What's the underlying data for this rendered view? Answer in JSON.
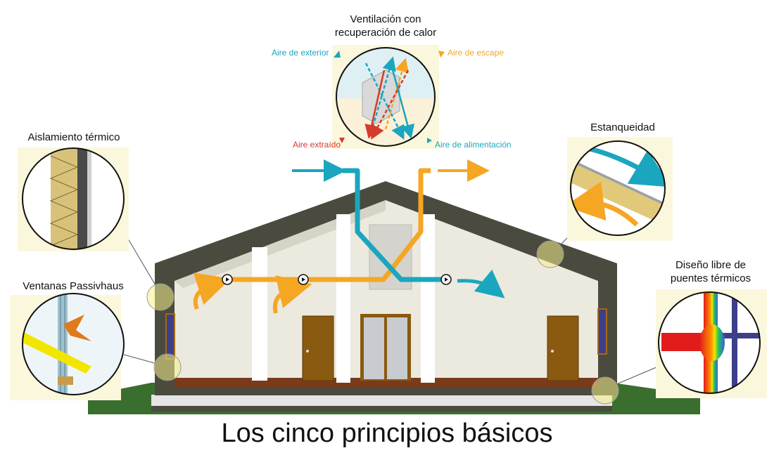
{
  "title": "Los cinco principios básicos",
  "ventilation": {
    "title_line1": "Ventilación con",
    "title_line2": "recuperación de calor",
    "outside_air": "Aire de exterior",
    "exhaust_air": "Aire de escape",
    "extract_air": "Aire extraído",
    "supply_air": "Aire de alimentación"
  },
  "insulation": {
    "label": "Aislamiento térmico"
  },
  "windows": {
    "label": "Ventanas Passivhaus"
  },
  "airtightness": {
    "label": "Estanqueidad"
  },
  "thermal_bridge": {
    "label_line1": "Diseño libre de",
    "label_line2": "puentes térmicos"
  },
  "colors": {
    "fresh_air": "#1aa6be",
    "exhaust": "#f5a623",
    "extract": "#d63a2a",
    "wall": "#4a4a3e",
    "ground": "#3a6e2e",
    "callout_bg": "#fbf7dc"
  }
}
